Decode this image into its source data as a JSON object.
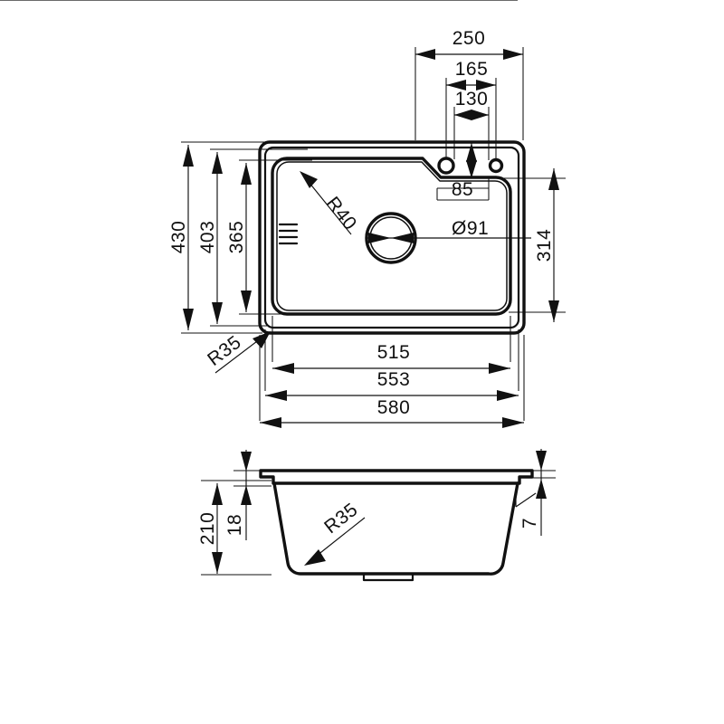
{
  "document": {
    "type": "technical-drawing",
    "subject": "Kitchen sink — top view and cross-section",
    "units": "mm",
    "background_color": "#ffffff",
    "line_color": "#111111"
  },
  "views": {
    "top": {
      "name": "Top view",
      "dimensions": {
        "width_overall": "580",
        "width_cutout": "553",
        "width_bowl": "515",
        "height_overall": "430",
        "height_cutout": "403",
        "height_bowl": "365",
        "tap_hole_group_right_offset": "250",
        "tap_hole_outer_span": "165",
        "tap_hole_centre_span": "130",
        "tap_hole_edge_offset": "85",
        "drain_diameter": "Ø91",
        "right_edge_offset": "314",
        "bowl_corner_radius": "R40",
        "rim_corner_radius": "R35"
      }
    },
    "section": {
      "name": "Cross section",
      "dimensions": {
        "overall_depth": "210",
        "rim_height": "18",
        "rim_thickness": "7",
        "bowl_bottom_radius": "R35"
      }
    }
  },
  "labels": {
    "d250": "250",
    "d165": "165",
    "d130": "130",
    "d85": "85",
    "d91": "Ø91",
    "d314": "314",
    "d430": "430",
    "d403": "403",
    "d365": "365",
    "d515": "515",
    "d553": "553",
    "d580": "580",
    "r40": "R40",
    "r35_top": "R35",
    "d210": "210",
    "d18": "18",
    "d7": "7",
    "r35_section": "R35"
  }
}
